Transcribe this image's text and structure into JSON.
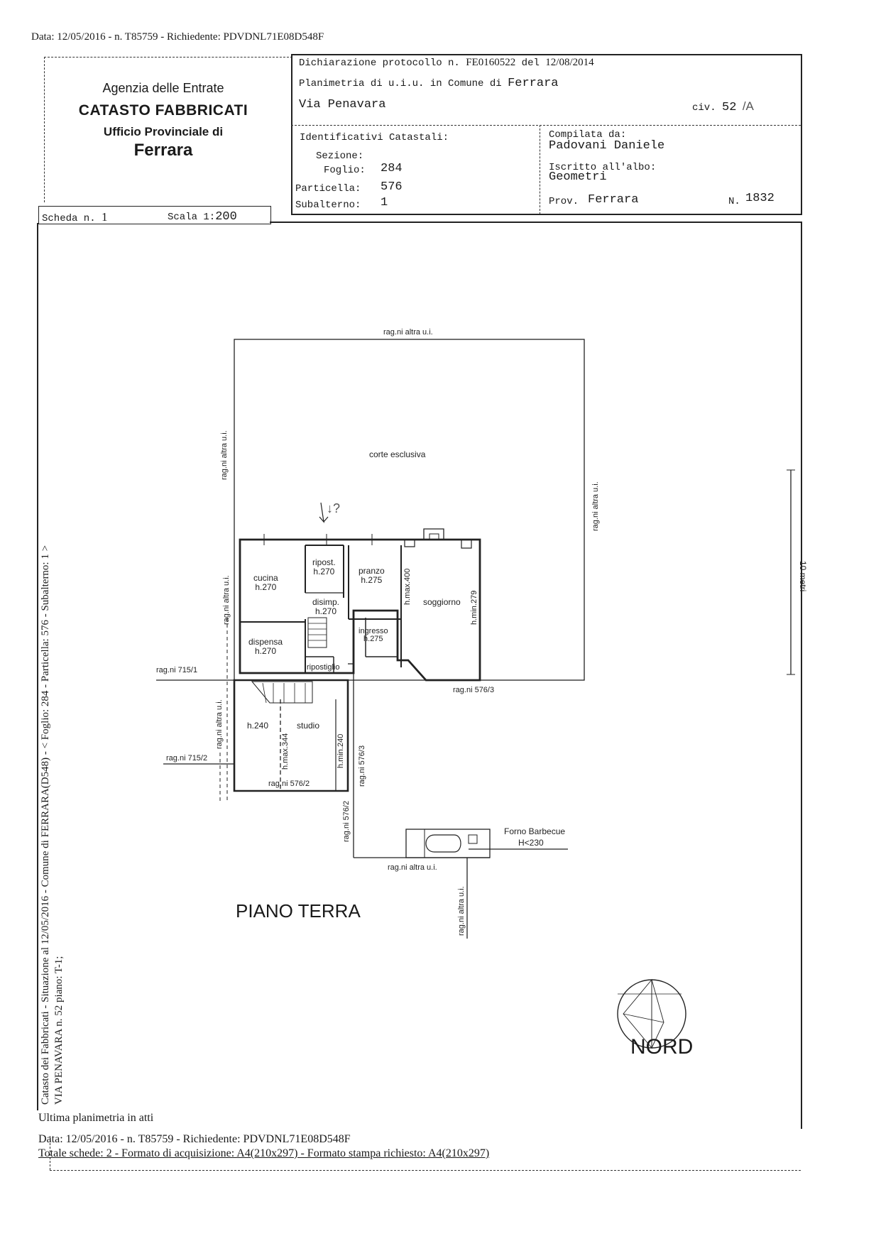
{
  "top_line": "Data: 12/05/2016 - n. T85759 - Richiedente: PDVDNL71E08D548F",
  "agency": {
    "name": "Agenzia delle Entrate",
    "dept": "CATASTO FABBRICATI",
    "office": "Ufficio Provinciale di",
    "city": "Ferrara"
  },
  "header": {
    "decl_label": "Dichiarazione protocollo n.",
    "decl_number": "FE0160522",
    "decl_del": "del",
    "decl_date": "12/08/2014",
    "plan_label": "Planimetria di u.i.u. in Comune di",
    "plan_city": "Ferrara",
    "street": "Via Penavara",
    "civ_label": "civ.",
    "civ_number": "52",
    "civ_suffix": "/A"
  },
  "identifiers": {
    "title": "Identificativi Catastali:",
    "sezione_label": "Sezione:",
    "sezione": "",
    "foglio_label": "Foglio:",
    "foglio": "284",
    "particella_label": "Particella:",
    "particella": "576",
    "subalterno_label": "Subalterno:",
    "subalterno": "1"
  },
  "compiler": {
    "label": "Compilata da:",
    "name": "Padovani Daniele",
    "albo_label": "Iscritto all'albo:",
    "albo": "Geometri",
    "prov_label": "Prov.",
    "prov": "Ferrara",
    "n_label": "N.",
    "n": "1832"
  },
  "scheda": {
    "label": "Scheda n.",
    "number": "1",
    "scala_label": "Scala 1:",
    "scala": "200"
  },
  "side_text": "Catasto dei Fabbricati - Situazione al 12/05/2016 - Comune di FERRARA(D548) - < Foglio: 284 - Particella: 576 - Subalterno: 1 >",
  "side_text2": "VIA PENAVARA n. 52 piano: T-1;",
  "plan": {
    "top": "rag.ni altra u.i.",
    "left_upper": "rag.ni altra u.i.",
    "right_upper": "rag.ni altra u.i.",
    "corte": "corte esclusiva",
    "marker": "↓?",
    "cucina": "cucina",
    "cucina_h": "h.270",
    "ripost": "ripost.",
    "ripost_h": "h.270",
    "pranzo": "pranzo",
    "pranzo_h": "h.275",
    "disimp": "disimp.",
    "disimp_h": "h.270",
    "dispensa": "dispensa",
    "dispensa_h": "h.270",
    "ingresso": "ingresso",
    "ingresso_h": "h.275",
    "ripostiglio": "ripostiglio",
    "soggiorno": "soggiorno",
    "hmax400": "h.max.400",
    "hmin279": "h.min.279",
    "left_mid": "rag.ni altra u.i.",
    "rag_576_3_bottom": "rag.ni 576/3",
    "rag_715_1": "rag.ni 715/1",
    "rag_715_2": "rag.ni 715/2",
    "left_lower": "rag.ni altra u.i.",
    "h240": "h.240",
    "studio": "studio",
    "hmax344": "h.max.344",
    "hmin240": "h.min.240",
    "rag_576_3_side": "rag.ni 576/3",
    "rag_576_2_bottom": "rag.ni 576/2",
    "rag_576_2_side": "rag.ni 576/2",
    "forno": "Forno Barbecue",
    "forno_h": "H<230",
    "bottom_altra": "rag.ni altra u.i.",
    "bottom_vertical": "rag.ni altra u.i.",
    "floor": "PIANO TERRA",
    "scale_bar": "10 metri",
    "nord": "NORD"
  },
  "footer": {
    "ultima": "Ultima planimetria in atti",
    "data": "Data: 12/05/2016 - n. T85759 - Richiedente: PDVDNL71E08D548F",
    "totale": "Totale schede: 2 - Formato di acquisizione: A4(210x297) - Formato stampa richiesto: A4(210x297)"
  }
}
